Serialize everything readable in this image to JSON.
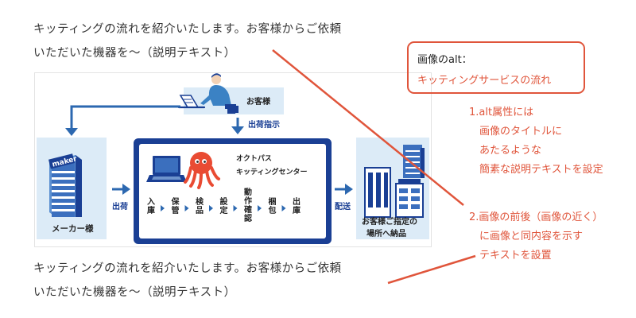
{
  "intro_text": {
    "line1": "キッティングの流れを紹介いたします。お客様からご依頼",
    "line2": "いただいた機器を〜（説明テキスト）"
  },
  "bottom_text": {
    "line1": "キッティングの流れを紹介いたします。お客様からご依頼",
    "line2": "いただいた機器を〜（説明テキスト）"
  },
  "alt_box": {
    "label": "画像のalt：",
    "value": "キッティングサービスの流れ"
  },
  "note1": {
    "lines": [
      "1.alt属性には",
      "　画像のタイトルに",
      "　あたるような",
      "　簡素な説明テキストを設定"
    ]
  },
  "note2": {
    "lines": [
      "2.画像の前後（画像の近く）",
      "　に画像と同内容を示す",
      "　テキストを設置"
    ]
  },
  "diagram": {
    "customer": "お客様",
    "instruction": "出荷指示",
    "maker": "メーカー様",
    "maker_logo": "maker",
    "ship_label": "出荷",
    "delivery_label": "配送",
    "center_line1": "オクトパス",
    "center_line2": "キッティングセンター",
    "steps": [
      "入庫",
      "保管",
      "検品",
      "設定",
      "動作確認",
      "梱包",
      "出庫"
    ],
    "destination_line1": "お客様ご指定の",
    "destination_line2": "場所へ納品"
  },
  "colors": {
    "accent_red": "#e0553b",
    "navy": "#1a3f94",
    "panel_blue": "#dcebf7"
  }
}
